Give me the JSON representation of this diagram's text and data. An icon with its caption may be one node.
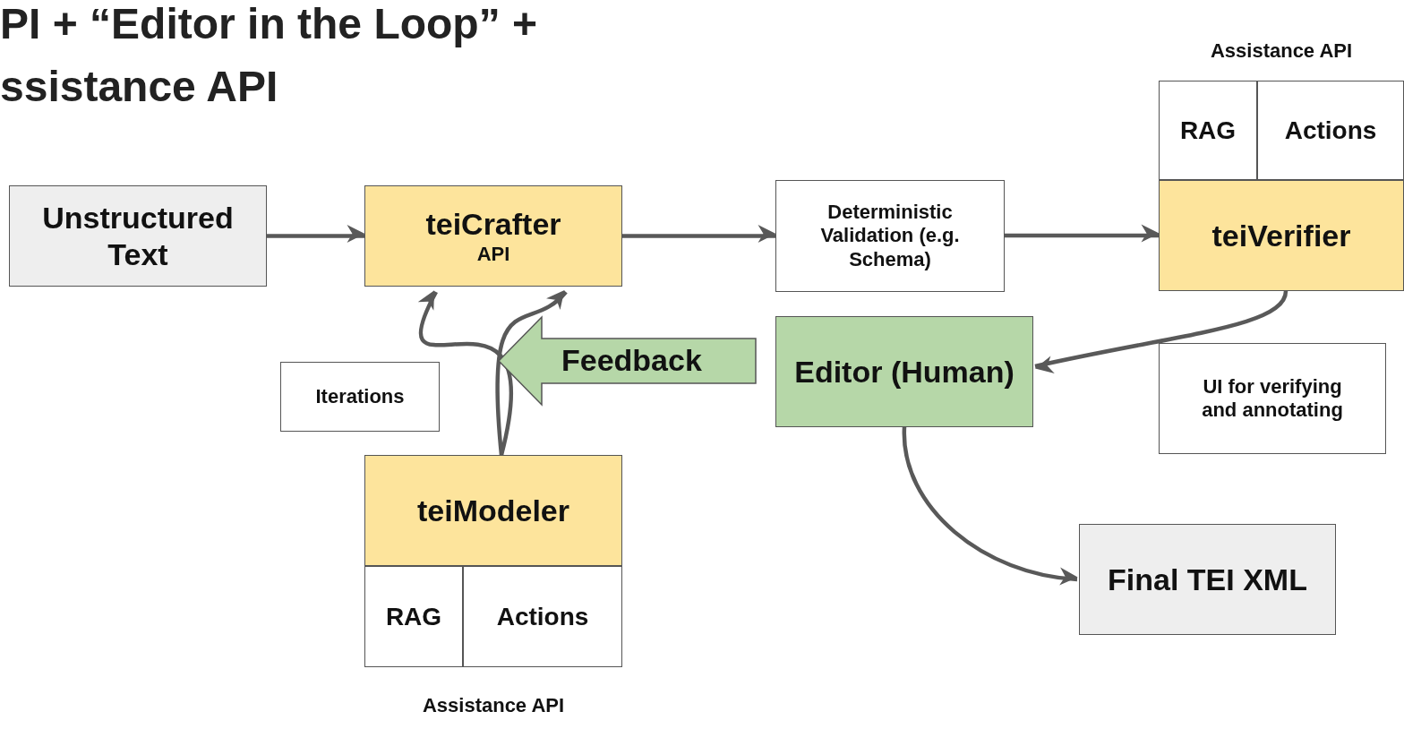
{
  "diagram": {
    "title": "PI + “Editor in the Loop” + ssistance API",
    "nodes": [
      {
        "text": [
          "Unstructured Text"
        ]
      },
      {
        "text": [
          "teiCrafter",
          "API"
        ]
      },
      {
        "text": [
          "Deterministic Validation (e.g. Schema)"
        ]
      },
      {
        "text": [
          "Assistance API"
        ]
      },
      {
        "text": [
          "RAG"
        ],
        "in": 3
      },
      {
        "text": [
          "Actions"
        ],
        "in": 3
      },
      {
        "text": [
          "teiVerifier"
        ]
      },
      {
        "text": [
          "Editor (Human)"
        ]
      },
      {
        "text": [
          "UI for verifying and annotating"
        ]
      },
      {
        "text": [
          "Final TEI XML"
        ]
      },
      {
        "text": [
          "Iterations"
        ]
      },
      {
        "text": [
          "teiModeler"
        ]
      },
      {
        "text": [
          "Assistance API"
        ]
      },
      {
        "text": [
          "RAG"
        ],
        "in": 12
      },
      {
        "text": [
          "Actions"
        ],
        "in": 12
      }
    ],
    "edges": [
      {
        "from": 0,
        "to": 1,
        "arrow": "to"
      },
      {
        "from": 1,
        "to": 2,
        "arrow": "to"
      },
      {
        "from": 2,
        "to": 6,
        "arrow": "to"
      },
      {
        "from": 6,
        "to": 7,
        "arrow": "to"
      },
      {
        "from": 7,
        "to": 9,
        "arrow": "to"
      },
      {
        "from": 11,
        "to": 1,
        "arrow": "to"
      },
      {
        "from": 11,
        "to": 1,
        "arrow": "to"
      },
      {
        "from": 7,
        "to": 1,
        "arrow": "to",
        "label": "Feedback",
        "style": "thick"
      }
    ]
  }
}
